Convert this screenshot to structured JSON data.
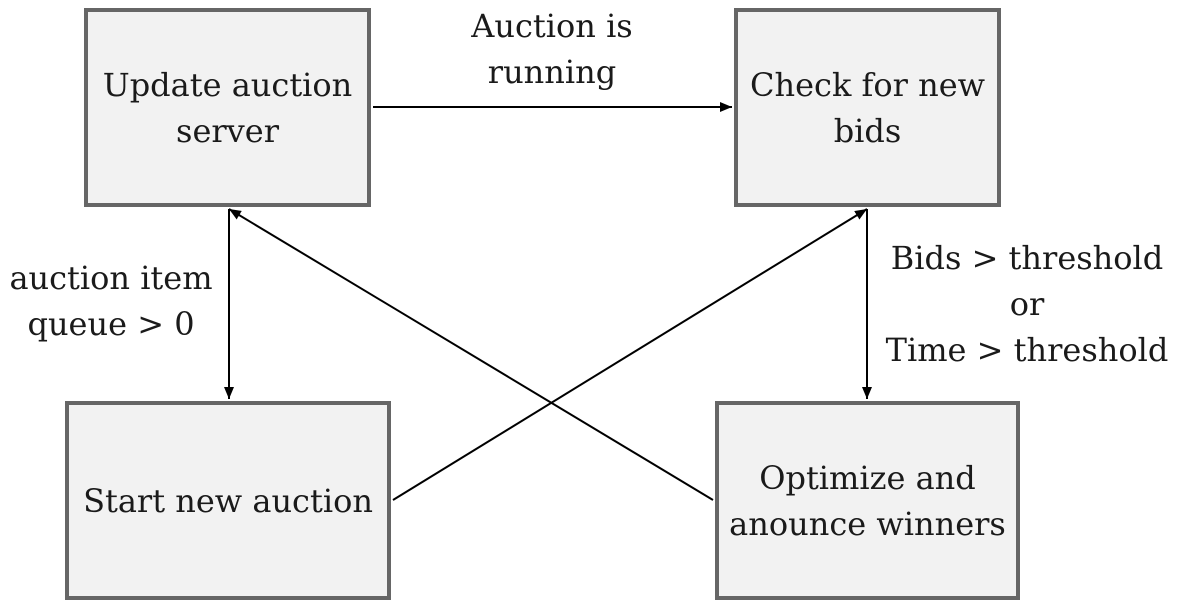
{
  "nodes": {
    "update_server": "Update auction\nserver",
    "check_bids": "Check for new\nbids",
    "start_auction": "Start new auction",
    "optimize_winners": "Optimize and\nanounce winners"
  },
  "edges": {
    "update_to_check": "Auction is\nrunning",
    "update_to_start": "auction item\nqueue > 0",
    "check_to_optimize": "Bids > threshold\nor\nTime > threshold",
    "start_to_check": "",
    "optimize_to_update": ""
  },
  "colors": {
    "box_fill": "#f2f2f2",
    "box_border": "#666666",
    "line": "#000000"
  }
}
